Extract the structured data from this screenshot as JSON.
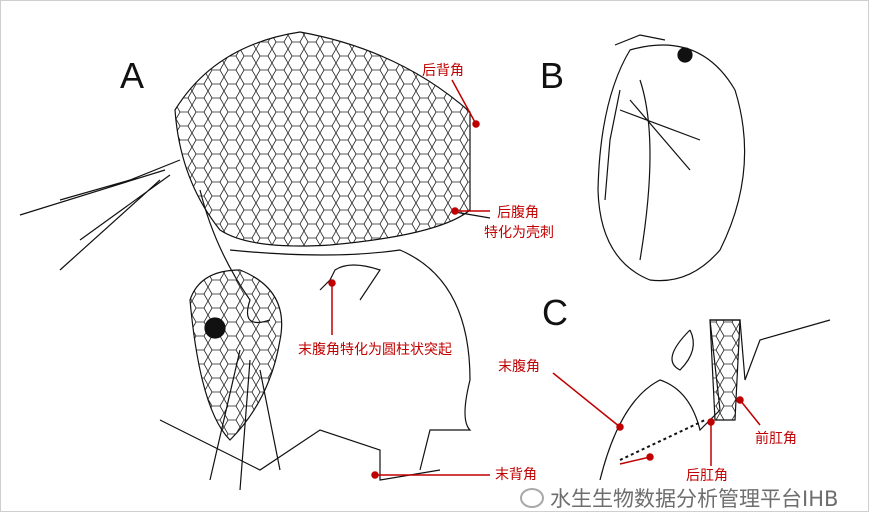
{
  "panels": {
    "a": "A",
    "b": "B",
    "c": "C"
  },
  "labels": {
    "posterior_dorsal": "后背角",
    "posterior_ventral_1": "后腹角",
    "posterior_ventral_2": "特化为壳刺",
    "terminal_ventral_a": "末腹角特化为圆柱状突起",
    "terminal_dorsal": "末背角",
    "terminal_ventral_c": "末腹角",
    "preanal": "前肛角",
    "postanal": "后肛角"
  },
  "watermark": "水生生物数据分析管理平台IHB",
  "colors": {
    "label": "#c00000",
    "line": "#111111"
  }
}
